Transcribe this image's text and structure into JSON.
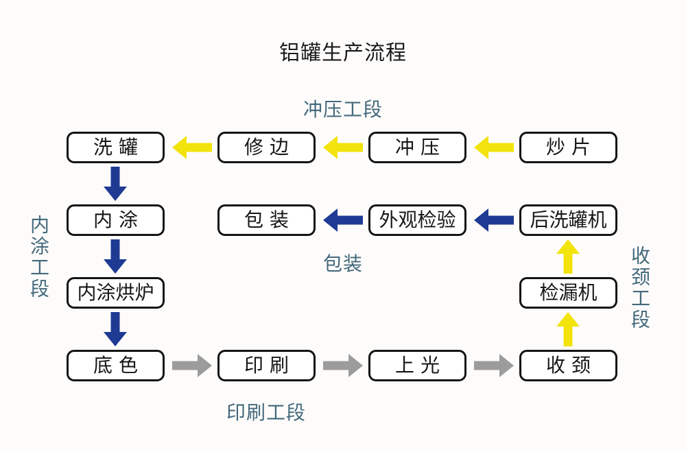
{
  "title": "铝罐生产流程",
  "sections": {
    "stamping": "冲压工段",
    "inner_coating": "内涂工段",
    "packing": "包装",
    "necking": "收颈工段",
    "printing": "印刷工段"
  },
  "nodes": {
    "wash_can": "洗 罐",
    "trim_edge": "修 边",
    "stamping": "冲 压",
    "fry_sheet": "炒 片",
    "inner_coat": "内 涂",
    "packing": "包 装",
    "visual_inspection": "外观检验",
    "post_wash_machine": "后洗罐机",
    "inner_coat_oven": "内涂烘炉",
    "leak_tester": "检漏机",
    "base_color": "底 色",
    "printing": "印 刷",
    "varnishing": "上 光",
    "necking": "收 颈"
  },
  "colors": {
    "yellow_arrow": "#f2e30d",
    "blue_arrow": "#1e3a93",
    "gray_arrow": "#9c9c9c",
    "section_label": "#44697b",
    "node_border": "#141414",
    "background": "#fdfcfb"
  },
  "edges": [
    {
      "from": "炒片",
      "to": "冲压",
      "color": "yellow"
    },
    {
      "from": "冲压",
      "to": "修边",
      "color": "yellow"
    },
    {
      "from": "修边",
      "to": "洗罐",
      "color": "yellow"
    },
    {
      "from": "洗罐",
      "to": "内涂",
      "color": "blue"
    },
    {
      "from": "内涂",
      "to": "内涂烘炉",
      "color": "blue"
    },
    {
      "from": "内涂烘炉",
      "to": "底色",
      "color": "blue"
    },
    {
      "from": "底色",
      "to": "印刷",
      "color": "gray"
    },
    {
      "from": "印刷",
      "to": "上光",
      "color": "gray"
    },
    {
      "from": "上光",
      "to": "收颈",
      "color": "gray"
    },
    {
      "from": "收颈",
      "to": "检漏机",
      "color": "yellow"
    },
    {
      "from": "检漏机",
      "to": "后洗罐机",
      "color": "yellow"
    },
    {
      "from": "后洗罐机",
      "to": "外观检验",
      "color": "blue"
    },
    {
      "from": "外观检验",
      "to": "包装",
      "color": "blue"
    }
  ]
}
